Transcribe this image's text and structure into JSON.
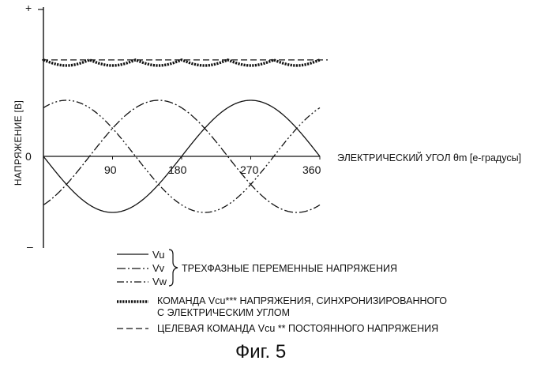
{
  "chart_data": {
    "type": "line",
    "xlabel": "ЭЛЕКТРИЧЕСКИЙ УГОЛ θm [е-градусы]",
    "ylabel": "НАПРЯЖЕНИЕ [В]",
    "xlim": [
      0,
      360
    ],
    "x_ticks": [
      "90",
      "180",
      "270",
      "360"
    ],
    "y_ticks": {
      "top": "+",
      "zero": "0",
      "bottom": "–"
    },
    "ylim": [
      -1.3,
      2.05
    ],
    "series": [
      {
        "name": "Vu",
        "style": "solid",
        "amplitude": 1.0,
        "phase_deg": 0
      },
      {
        "name": "Vv",
        "style": "dash-dot",
        "amplitude": 1.0,
        "phase_deg": 120
      },
      {
        "name": "Vw",
        "style": "dash-dot-dot",
        "amplitude": 1.0,
        "phase_deg": 240
      },
      {
        "name": "Vcu***",
        "style": "heavy-dotted",
        "mean": 1.72,
        "ripple": 0.1,
        "ripple_harmonic": 6
      },
      {
        "name": "Vcu**",
        "style": "dashed",
        "value": 1.72
      }
    ]
  },
  "legend": {
    "vu": "Vu",
    "vv": "Vv",
    "vw": "Vw",
    "three_phase": "ТРЕХФАЗНЫЕ ПЕРЕМЕННЫЕ НАПРЯЖЕНИЯ",
    "sync_line1": "КОМАНДА Vcu*** НАПРЯЖЕНИЯ, СИНХРОНИЗИРОВАННОГО",
    "sync_line2": "С ЭЛЕКТРИЧЕСКИМ УГЛОМ",
    "target": "ЦЕЛЕВАЯ КОМАНДА Vcu ** ПОСТОЯННОГО НАПРЯЖЕНИЯ"
  },
  "caption": "Фиг. 5",
  "colors": {
    "line": "#111111",
    "background": "#ffffff"
  }
}
